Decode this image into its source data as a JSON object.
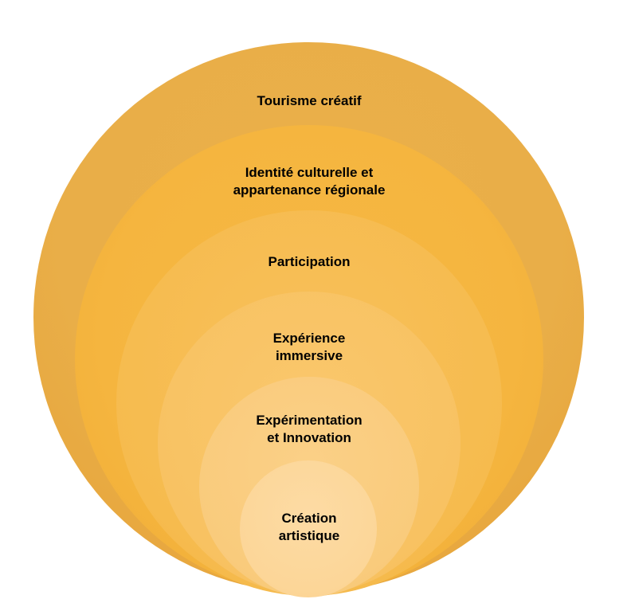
{
  "diagram": {
    "type": "nested-circles",
    "colors": {
      "outer": "#e9ae48",
      "inner": "#fdd9a0",
      "text": "#000000"
    },
    "levels": [
      {
        "lines": [
          "Tourisme créatif"
        ]
      },
      {
        "lines": [
          "Identité culturelle et",
          "appartenance régionale"
        ]
      },
      {
        "lines": [
          "Participation"
        ]
      },
      {
        "lines": [
          "Expérience",
          "immersive"
        ]
      },
      {
        "lines": [
          "Expérimentation",
          "et Innovation"
        ]
      },
      {
        "lines": [
          "Création",
          "artistique"
        ]
      }
    ]
  }
}
